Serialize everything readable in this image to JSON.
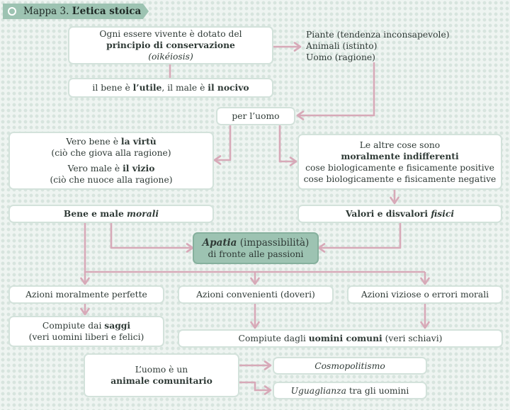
{
  "header": {
    "label": "Mappa 3.",
    "title": "L’etica stoica"
  },
  "boxes": {
    "conservazione": {
      "line1": "Ogni essere vivente è dotato del",
      "line2": "principio di conservazione",
      "line3": "(oikéiosis)"
    },
    "tendenze": {
      "line1": "Piante (tendenza inconsapevole)",
      "line2": "Animali (istinto)",
      "line3": "Uomo (ragione)"
    },
    "utile": {
      "pre": "il bene è ",
      "utile": "l’utile",
      "mid": ", il male è ",
      "nocivo": "il nocivo"
    },
    "per_uomo": "per l’uomo",
    "vero_bene": {
      "bene_pre": "Vero bene è ",
      "virtu": "la virtù",
      "bene_note": "(ciò che giova alla ragione)",
      "male_pre": "Vero male è ",
      "vizio": "il vizio",
      "male_note": "(ciò che nuoce alla ragione)"
    },
    "indifferenti": {
      "line1": "Le altre cose sono",
      "line2": "moralmente indifferenti",
      "line3": "cose biologicamente e fisicamente positive",
      "line4": "cose biologicamente e fisicamente negative"
    },
    "bene_male_morali": {
      "bold": "Bene e male ",
      "italic": "morali"
    },
    "valori_fisici": {
      "bold": "Valori e disvalori ",
      "italic": "fisici"
    },
    "apatia": {
      "italic": "Apatia",
      "rest": " (impassibilità)",
      "line2": "di fronte alle passioni"
    },
    "azioni_perfette": "Azioni moralmente perfette",
    "azioni_convenienti": "Azioni convenienti (doveri)",
    "azioni_viziose": "Azioni viziose o errori morali",
    "saggi": {
      "pre": "Compiute dai ",
      "bold": "saggi",
      "line2": "(veri uomini liberi e felici)"
    },
    "comuni": {
      "pre": "Compiute dagli ",
      "bold": "uomini comuni",
      "post": " (veri schiavi)"
    },
    "comunitario": {
      "line1": "L’uomo è un",
      "line2": "animale comunitario"
    },
    "cosmopolitismo": "Cosmopolitismo",
    "uguaglianza": {
      "italic": "Uguaglianza",
      "rest": " tra gli uomini"
    }
  },
  "colors": {
    "arrow": "#d7a9b8",
    "header_bg": "#9dc3b2",
    "box_border": "#d3e2db",
    "highlight_box": "#9dc3b2"
  }
}
